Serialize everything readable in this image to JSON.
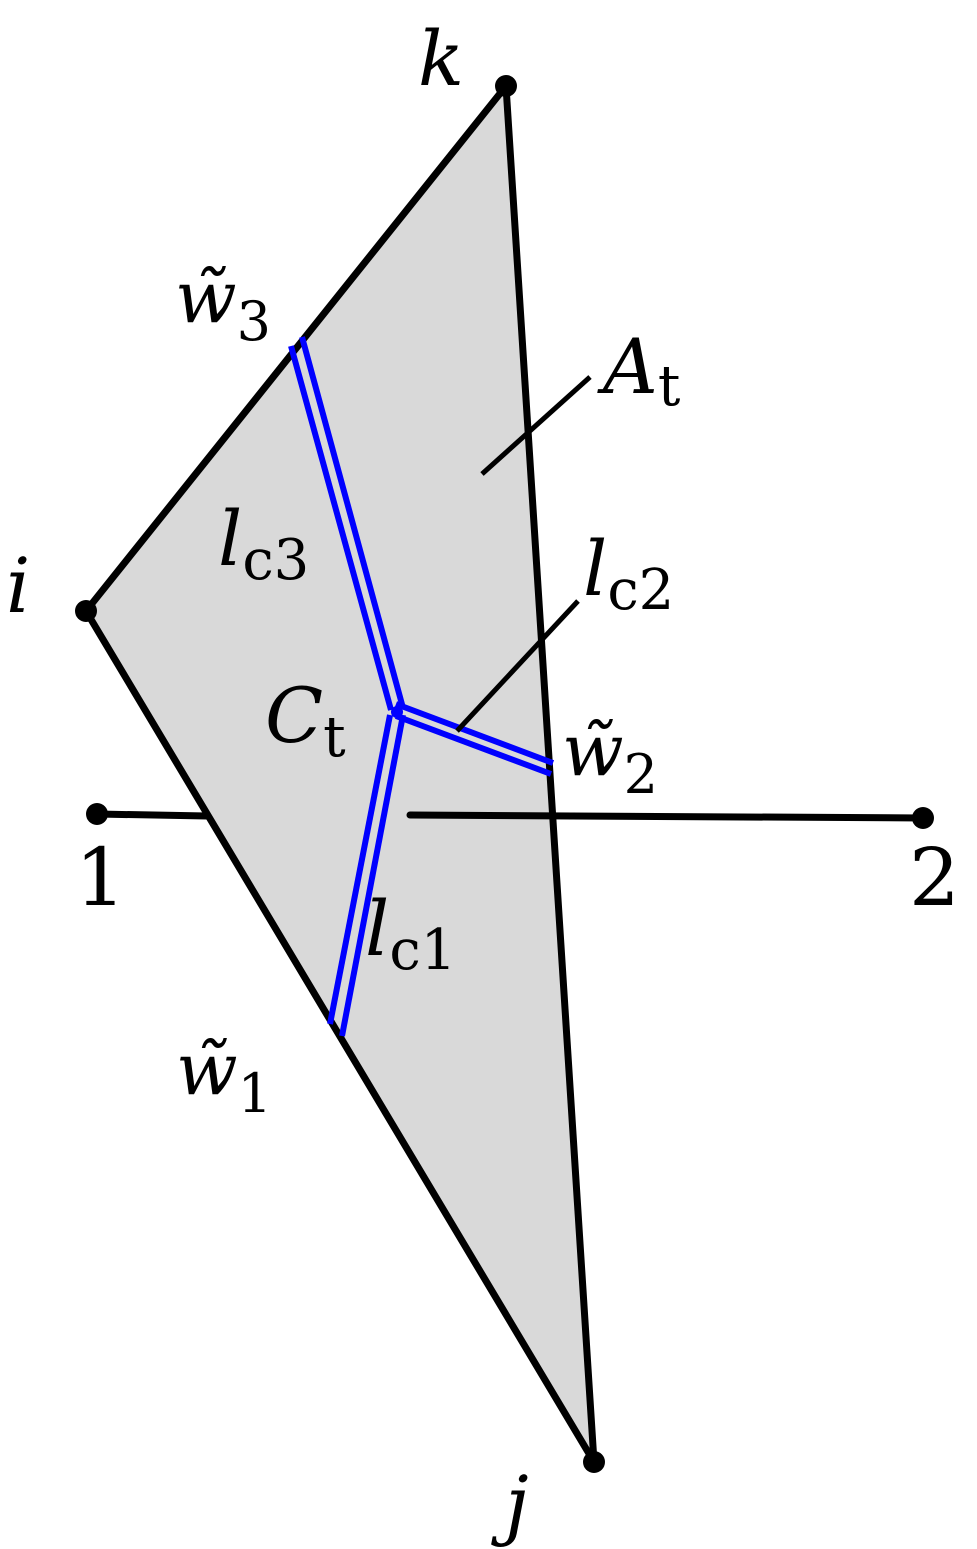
{
  "colors": {
    "fill": "#d9d9d9",
    "edge": "#000000",
    "highlight": "#0000ff"
  },
  "vertices": {
    "i": "i",
    "j": "j",
    "k": "k"
  },
  "nodes": {
    "n1": "1",
    "n2": "2"
  },
  "labels": {
    "w3": {
      "base": "w̃",
      "sub": "3"
    },
    "w2": {
      "base": "w̃",
      "sub": "2"
    },
    "w1": {
      "base": "w̃",
      "sub": "1"
    },
    "At": {
      "base": "A",
      "sub": "t"
    },
    "Ct": {
      "base": "C",
      "sub": "t"
    },
    "lc1": {
      "base": "l",
      "sub": "c1"
    },
    "lc2": {
      "base": "l",
      "sub": "c2"
    },
    "lc3": {
      "base": "l",
      "sub": "c3"
    }
  }
}
